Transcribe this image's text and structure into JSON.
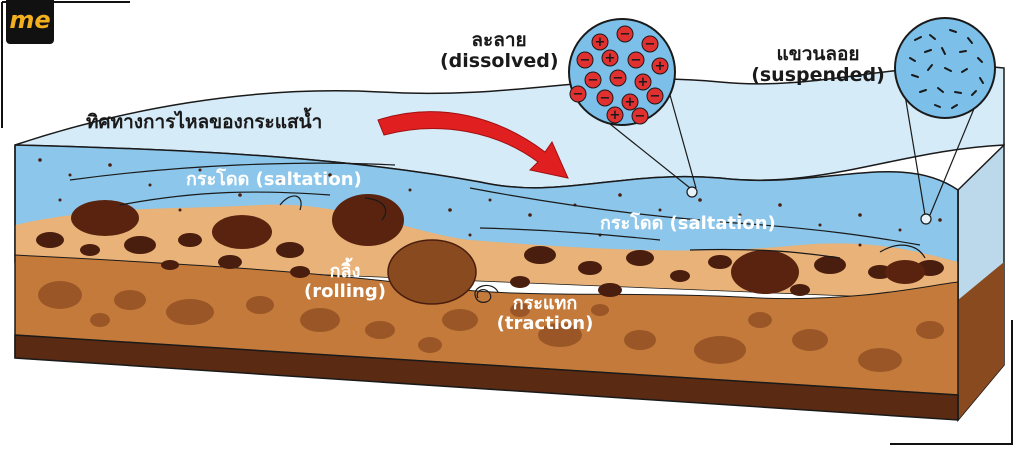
{
  "brand": {
    "logo": "me"
  },
  "labels": {
    "flow_direction": "ทิศทางการไหลของกระแสน้ำ",
    "dissolved_th": "ละลาย",
    "dissolved_en": "(dissolved)",
    "suspended_th": "แขวนลอย",
    "suspended_en": "(suspended)",
    "saltation_1": "กระโดด (saltation)",
    "saltation_2": "กระโดด (saltation)",
    "rolling_th": "กลิ้ง",
    "rolling_en": "(rolling)",
    "traction_th": "กระแทก",
    "traction_en": "(traction)"
  },
  "dissolved_ions": [
    "+",
    "−",
    "−",
    "−",
    "+",
    "−",
    "+",
    "−",
    "−",
    "+",
    "−",
    "−",
    "+",
    "−",
    "+",
    "−"
  ],
  "colors": {
    "water_top": "#cfe6f5",
    "water": "#8cc6ea",
    "sand": "#e8b278",
    "soil": "#c47a3a",
    "bedrock": "#5a2a12",
    "pebble": "#4a1e0e",
    "arrow": "#e02020",
    "ion": "#e03030"
  }
}
